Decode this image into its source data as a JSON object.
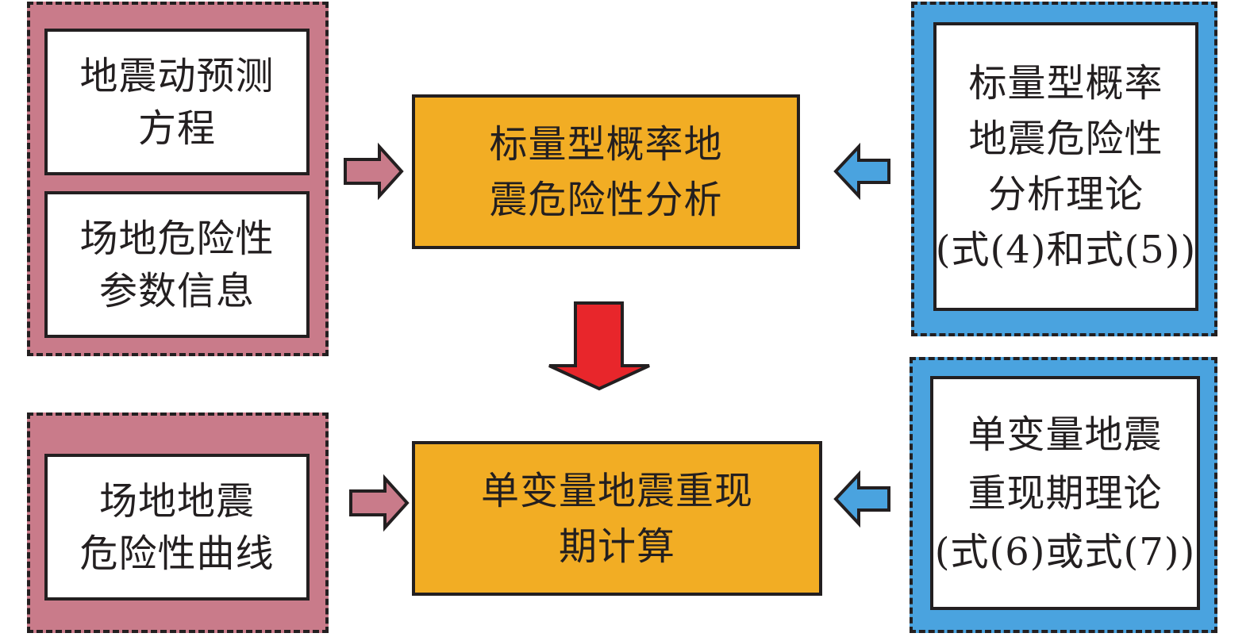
{
  "colors": {
    "pink_panel": "#c97b8a",
    "blue_panel": "#4aa3df",
    "process_box": "#f2ad24",
    "down_arrow": "#e8262b",
    "outline": "#231f20"
  },
  "inputs": {
    "gmpe": [
      "地震动预测",
      "方程"
    ],
    "site_params": [
      "场地危险性",
      "参数信息"
    ]
  },
  "theory": {
    "psha": [
      "标量型概率",
      "地震危险性",
      "分析理论",
      "(式(4)和式(5))"
    ],
    "return_period": [
      "单变量地震",
      "重现期理论",
      "(式(6)或式(7))"
    ]
  },
  "process": {
    "psha": [
      "标量型概率地",
      "震危险性分析"
    ],
    "return_period": [
      "单变量地震重现",
      "期计算"
    ]
  },
  "output": {
    "hazard_curve": [
      "场地地震",
      "危险性曲线"
    ]
  }
}
